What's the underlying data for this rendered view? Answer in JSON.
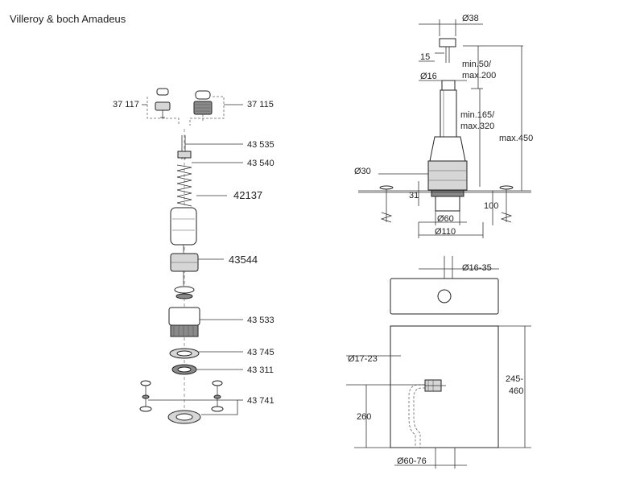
{
  "title": "Villeroy & boch Amadeus",
  "exploded_labels": {
    "p37117": "37 117",
    "p37115": "37 115",
    "p43535": "43 535",
    "p43540": "43 540",
    "p42137": "42137",
    "p43544": "43544",
    "p43533": "43 533",
    "p43745": "43 745",
    "p43311": "43 311",
    "p43741": "43 741"
  },
  "valve_dims": {
    "d38": "Ø38",
    "d15": "15",
    "d16": "Ø16",
    "min50": "min.50/",
    "max200": "max.200",
    "min165": "min.165/",
    "max320": "max.320",
    "max450": "max.450",
    "d30": "Ø30",
    "d31": "31",
    "d100": "100",
    "d60": "Ø60",
    "d110": "Ø110"
  },
  "cistern_dims": {
    "d16_35": "Ø16-35",
    "d17_23": "Ø17-23",
    "h245": "245-",
    "h460": "460",
    "h260": "260",
    "d60_76": "Ø60-76"
  }
}
